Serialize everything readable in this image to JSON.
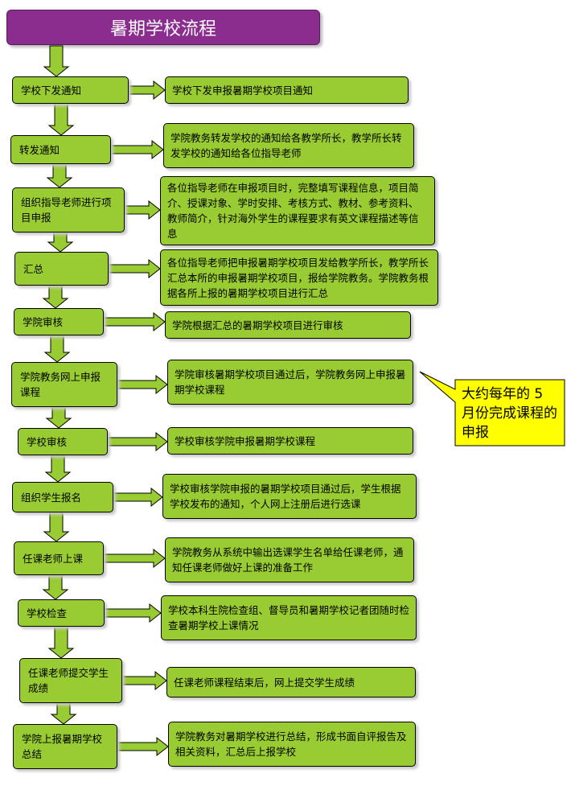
{
  "title": "暑期学校流程",
  "steps": [
    {
      "label": "学校下发通知",
      "description": "学校下发申报暑期学校项目通知"
    },
    {
      "label": "转发通知",
      "description": "学院教务转发学校的通知给各教学所长，教学所长转发学校的通知给各位指导老师"
    },
    {
      "label": "组织指导老师进行项目申报",
      "description": "各位指导老师在申报项目时，完整填写课程信息，项目简介、授课对象、学时安排、考核方式、教材、参考资料、教师简介，针对海外学生的课程要求有英文课程描述等信息"
    },
    {
      "label": "汇总",
      "description": "各位指导老师把申报暑期学校项目发给教学所长，教学所长汇总本所的申报暑期学校项目，报给学院教务。学院教务根据各所上报的暑期学校项目进行汇总"
    },
    {
      "label": "学院审核",
      "description": "学院根据汇总的暑期学校项目进行审核"
    },
    {
      "label": "学院教务网上申报课程",
      "description": "学院审核暑期学校项目通过后，学院教务网上申报暑期学校课程"
    },
    {
      "label": "学校审核",
      "description": "学校审核学院申报暑期学校课程"
    },
    {
      "label": "组织学生报名",
      "description": "学校审核学院申报的暑期学校项目通过后，学生根据学校发布的通知，个人网上注册后进行选课"
    },
    {
      "label": "任课老师上课",
      "description": "学院教务从系统中输出选课学生名单给任课老师，通知任课老师做好上课的准备工作"
    },
    {
      "label": "学校检查",
      "description": "学校本科生院检查组、督导员和暑期学校记者团随时检查暑期学校上课情况"
    },
    {
      "label": "任课老师提交学生成绩",
      "description": "任课老师课程结束后，网上提交学生成绩"
    },
    {
      "label": "学院上报暑期学校总结",
      "description": "学院教务对暑期学校进行总结，形成书面自评报告及相关资料，汇总后上报学校"
    }
  ],
  "callout": {
    "text": "大约每年的 5 月份完成课程的申报"
  },
  "colors": {
    "title_bg": "#8b2c8f",
    "box_bg": "#99cc33",
    "callout_bg": "#ffff00",
    "arrow": "#99cc33"
  }
}
